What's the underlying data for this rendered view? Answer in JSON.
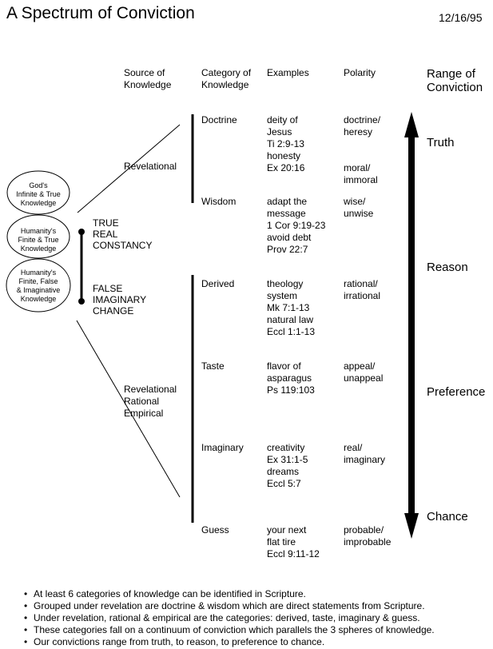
{
  "title": "A Spectrum of Conviction",
  "date": "12/16/95",
  "headers": {
    "source": "Source of\nKnowledge",
    "category": "Category of\nKnowledge",
    "examples": "Examples",
    "polarity": "Polarity",
    "range": "Range of\nConviction"
  },
  "circles": [
    "God's\nInfinite & True\nKnowledge",
    "Humanity's\nFinite & True\nKnowledge",
    "Humanity's\nFinite, False\n& Imaginative\nKnowledge"
  ],
  "truth_block": "TRUE\nREAL\nCONSTANCY",
  "false_block": "FALSE\nIMAGINARY\nCHANGE",
  "sources": {
    "revelational": "Revelational",
    "combined": "Revelational\nRational\nEmpirical"
  },
  "categories": [
    {
      "name": "Doctrine",
      "examples": "deity of\nJesus\nTi 2:9-13\nhonesty\nEx 20:16",
      "polarity": "doctrine/\nheresy\n\n\nmoral/\nimmoral"
    },
    {
      "name": "Wisdom",
      "examples": "adapt the\nmessage\n1 Cor 9:19-23\navoid debt\nProv 22:7",
      "polarity": "wise/\nunwise"
    },
    {
      "name": "Derived",
      "examples": "theology\nsystem\nMk 7:1-13\nnatural law\nEccl 1:1-13",
      "polarity": "rational/\nirrational"
    },
    {
      "name": "Taste",
      "examples": "flavor of\nasparagus\nPs 119:103",
      "polarity": "appeal/\nunappeal"
    },
    {
      "name": "Imaginary",
      "examples": "creativity\nEx 31:1-5\ndreams\nEccl 5:7",
      "polarity": "real/\nimaginary"
    },
    {
      "name": "Guess",
      "examples": "your next\nflat tire\nEccl 9:11-12",
      "polarity": "probable/\nimprobable"
    }
  ],
  "range_levels": [
    "Truth",
    "Reason",
    "Preference",
    "Chance"
  ],
  "notes": [
    "At least 6 categories of knowledge can be identified in Scripture.",
    "Grouped under revelation are doctrine & wisdom which are direct statements from Scripture.",
    "Under revelation, rational & empirical are the categories: derived, taste, imaginary & guess.",
    "These categories fall on a continuum of conviction which parallels the 3 spheres of knowledge.",
    "Our convictions range from truth, to reason, to preference to chance."
  ]
}
